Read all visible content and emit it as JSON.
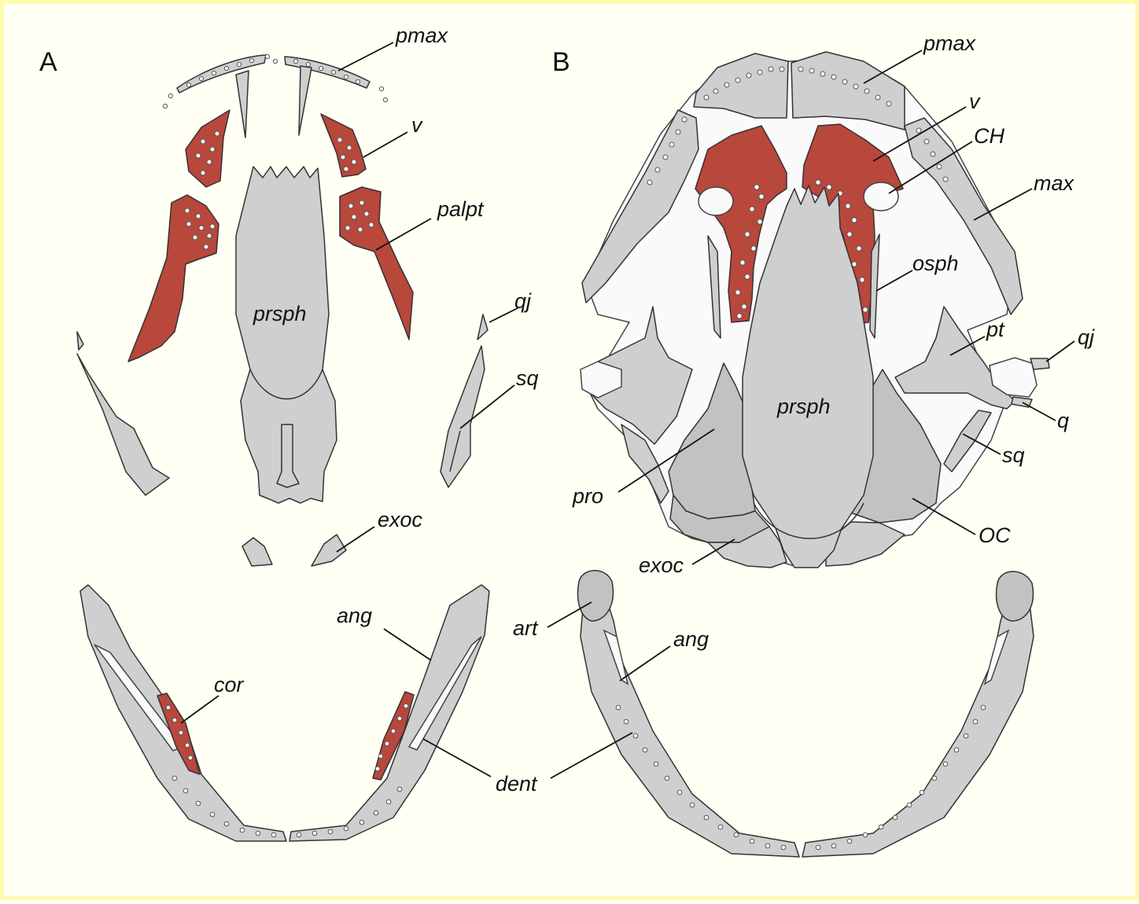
{
  "panels": {
    "a": "A",
    "b": "B"
  },
  "labels_a": {
    "pmax": "pmax",
    "v": "v",
    "palpt": "palpt",
    "prsph": "prsph",
    "qj": "qj",
    "sq": "sq",
    "exoc": "exoc",
    "ang": "ang",
    "cor": "cor",
    "dent": "dent"
  },
  "labels_b": {
    "pmax": "pmax",
    "v": "v",
    "ch": "CH",
    "max": "max",
    "osph": "osph",
    "pt": "pt",
    "qj": "qj",
    "q": "q",
    "sq": "sq",
    "prsph": "prsph",
    "pro": "pro",
    "oc": "OC",
    "exoc": "exoc",
    "art": "art",
    "ang": "ang"
  },
  "colors": {
    "background": "#fffff4",
    "frame": "#fdfbb0",
    "bone": "#cfcfcf",
    "highlight_bone": "#b8473c"
  }
}
